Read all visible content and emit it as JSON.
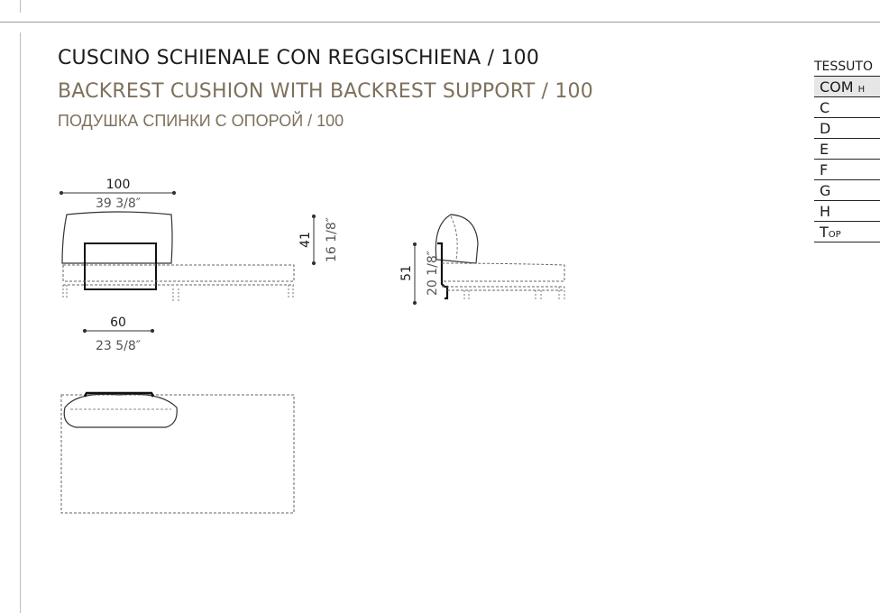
{
  "titles": {
    "italian": "CUSCINO SCHIENALE CON REGGISCHIENA / 100",
    "english": "BACKREST CUSHION WITH BACKREST SUPPORT / 100",
    "russian": "ПОДУШКА СПИНКИ С ОПОРОЙ / 100"
  },
  "dimensions": {
    "width_cm": "100",
    "width_in": "39 3/8″",
    "cushion_height_cm": "41",
    "cushion_height_in": "16 1/8″",
    "support_width_cm": "60",
    "support_width_in": "23 5/8″",
    "side_height_cm": "51",
    "side_height_in": "20 1/8″"
  },
  "fabric": {
    "title": "TESSUTO",
    "header_main": "COM",
    "header_suffix": "H",
    "rows": [
      "C",
      "D",
      "E",
      "F",
      "G",
      "H"
    ],
    "top_first": "T",
    "top_rest": "OP"
  }
}
